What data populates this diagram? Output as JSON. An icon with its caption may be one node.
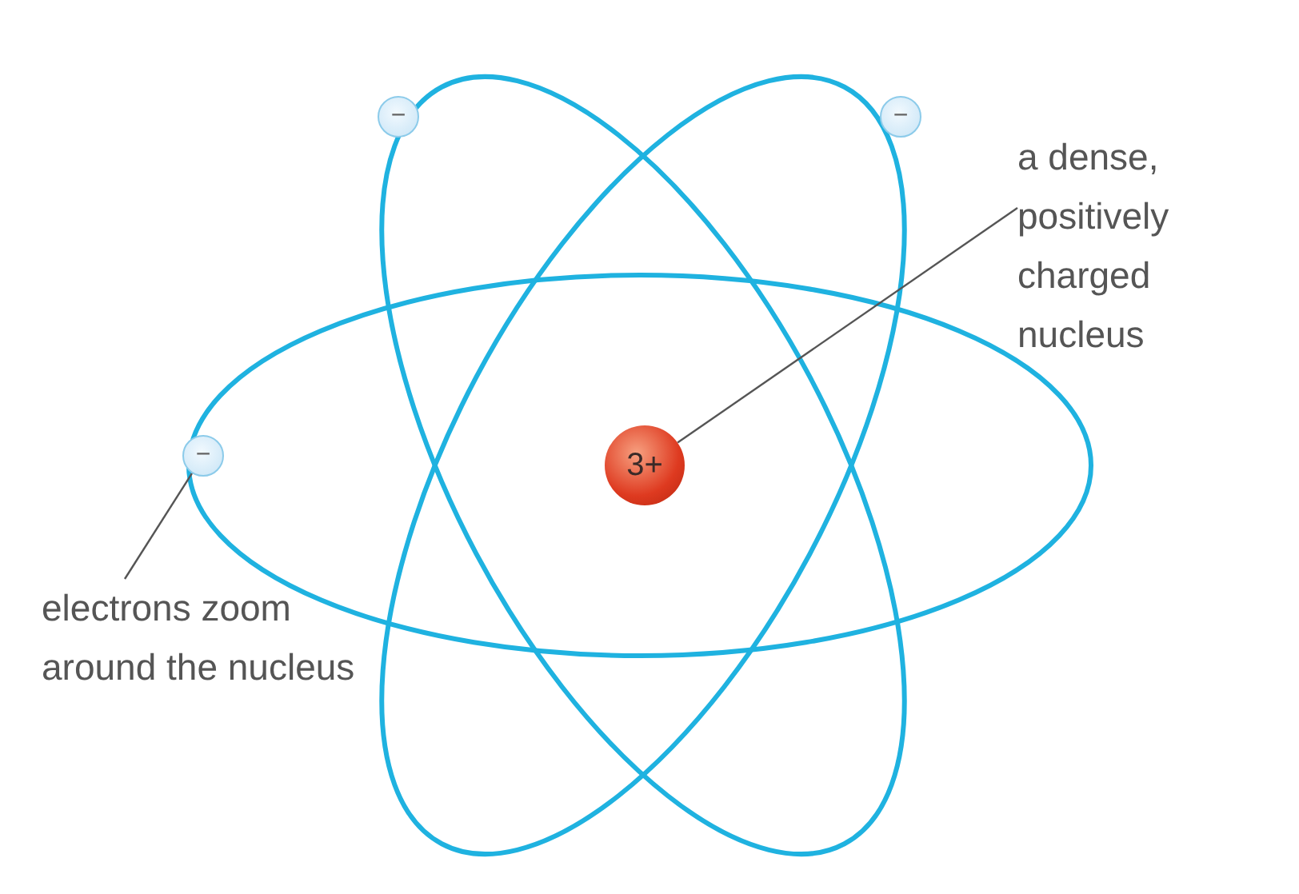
{
  "diagram": {
    "nodes": [
      {
        "text": [
          "a dense, positively charged nucleus"
        ]
      },
      {
        "text": [
          "3+"
        ]
      },
      {
        "text": [
          "−"
        ]
      },
      {
        "text": [
          "−"
        ]
      },
      {
        "text": [
          "−"
        ]
      },
      {
        "text": [
          "electrons zoom around the nucleus"
        ]
      }
    ],
    "edges": [
      {
        "from": 0,
        "to": 1,
        "arrow": "none"
      },
      {
        "from": 5,
        "to": 4,
        "arrow": "none"
      }
    ]
  }
}
